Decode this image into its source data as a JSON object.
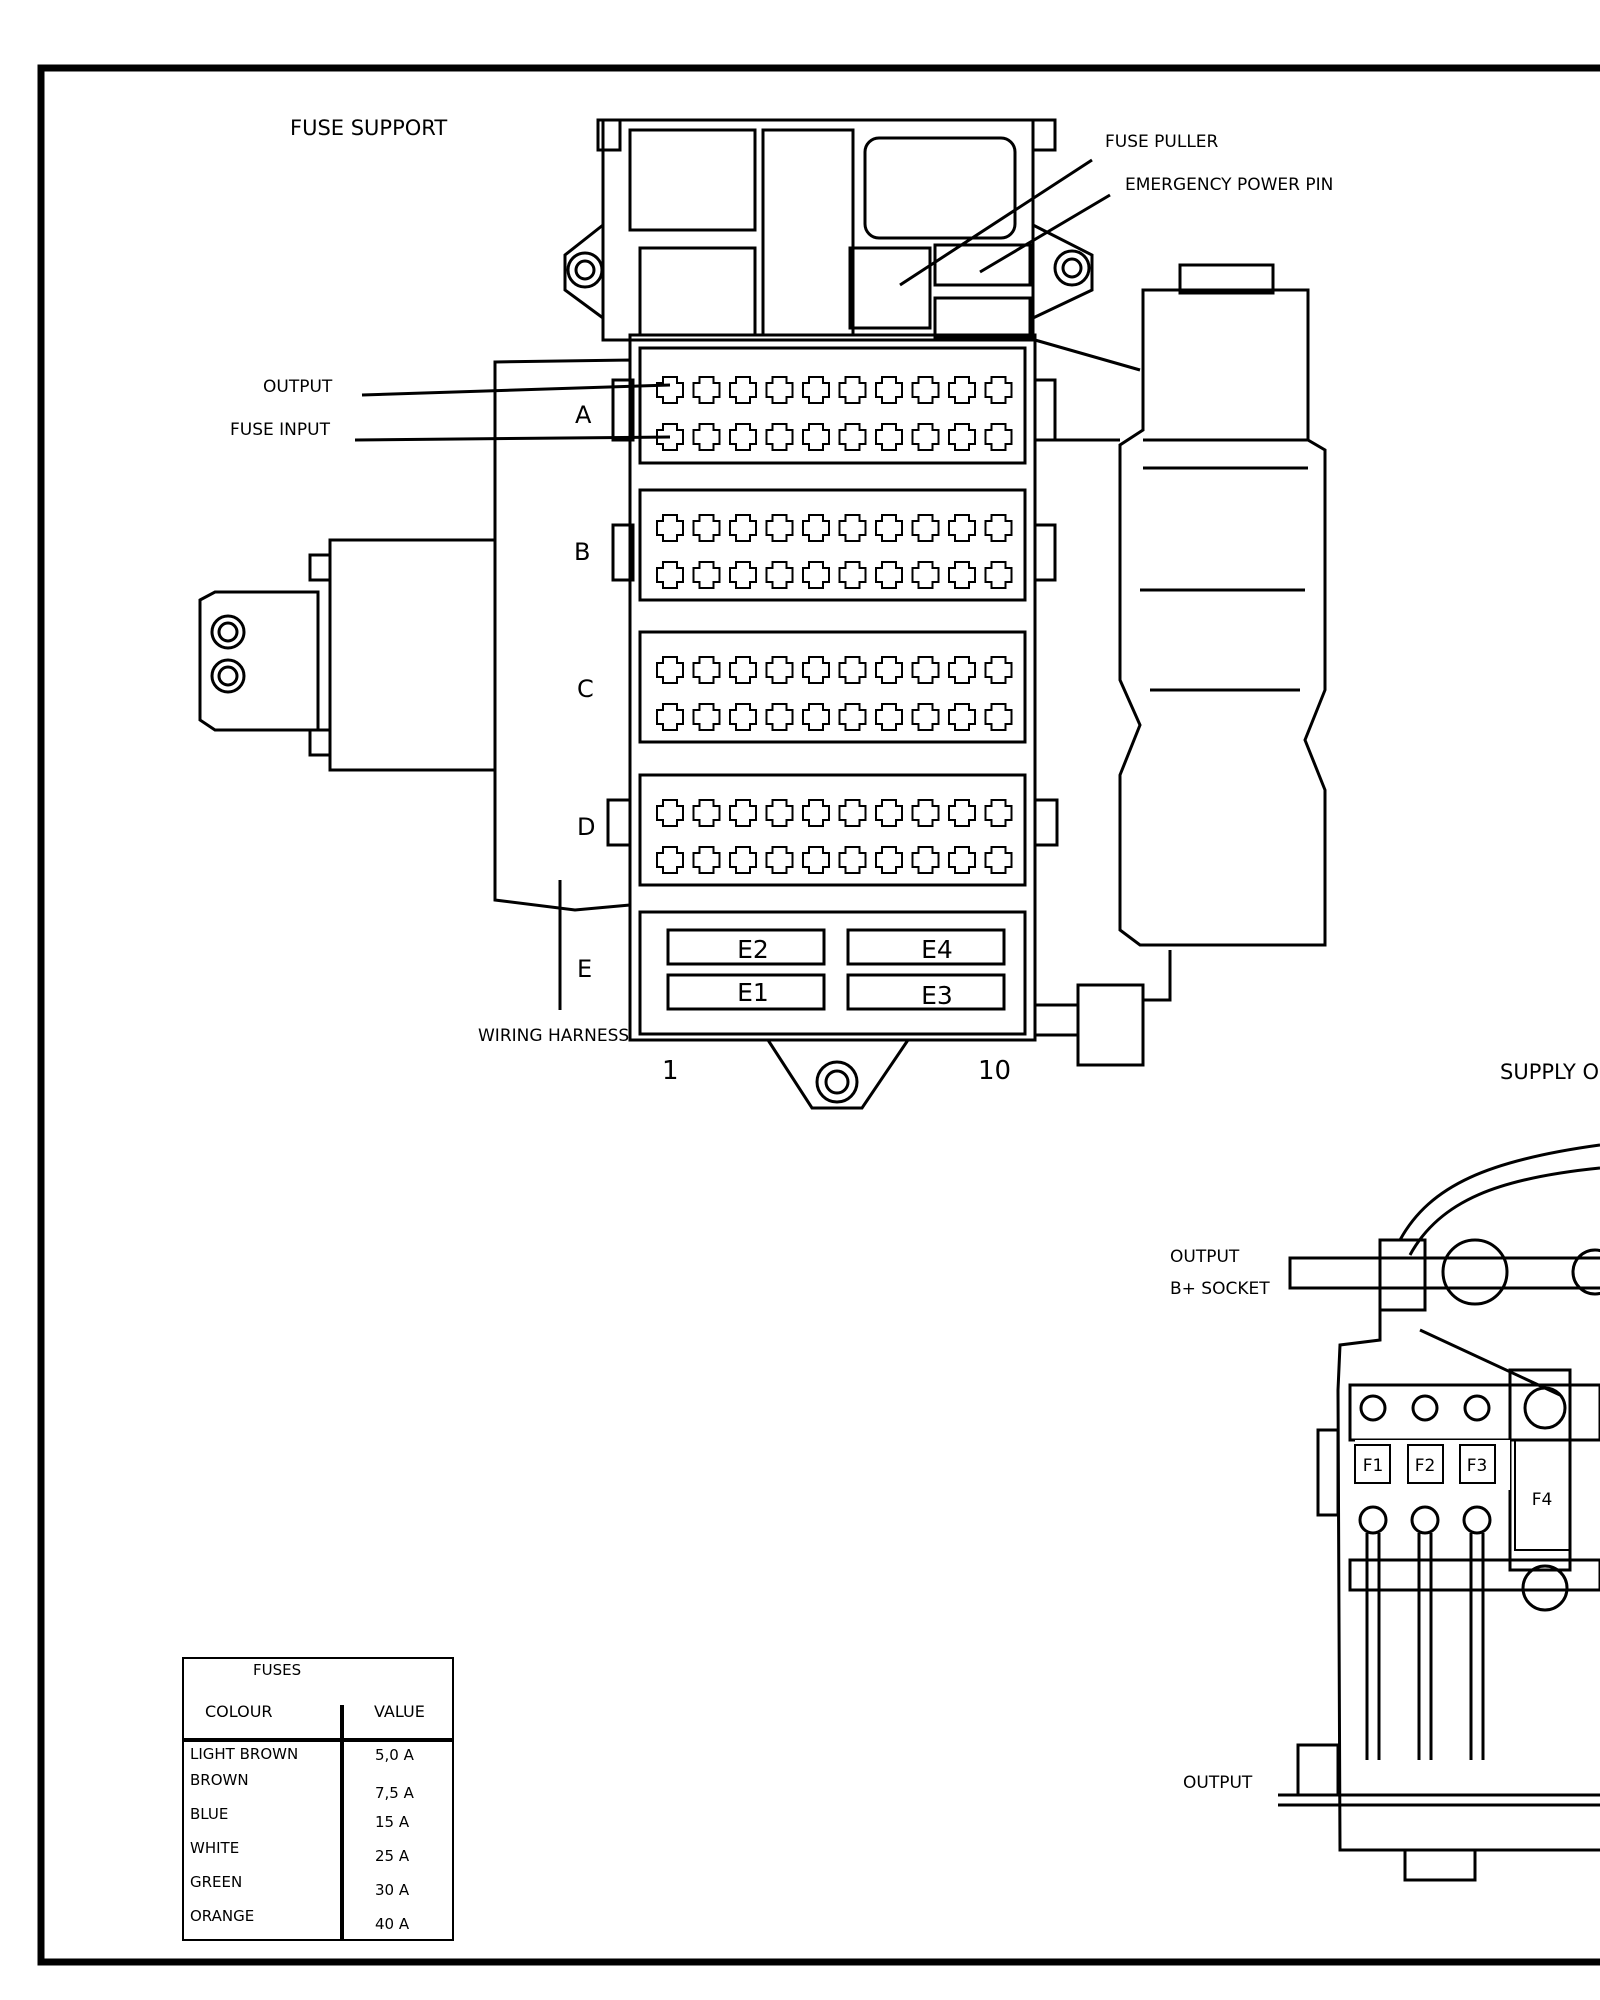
{
  "fuse_support": {
    "title": "FUSE SUPPORT",
    "callouts": {
      "fuse_puller": "FUSE PULLER",
      "emergency_power_pin": "EMERGENCY POWER PIN",
      "output": "OUTPUT",
      "fuse_input": "FUSE INPUT",
      "wiring_harness": "WIRING HARNESS"
    },
    "rows": [
      "A",
      "B",
      "C",
      "D",
      "E"
    ],
    "row_e_fuses": [
      "E2",
      "E4",
      "E1",
      "E3"
    ],
    "column_start": "1",
    "column_end": "10"
  },
  "supply": {
    "title": "SUPPLY O",
    "output_label": "OUTPUT",
    "socket_label": "B+ SOCKET",
    "bottom_output_label": "OUTPUT",
    "fuses": [
      "F1",
      "F2",
      "F3",
      "F4"
    ]
  },
  "fuse_table": {
    "title": "FUSES",
    "header_colour": "COLOUR",
    "header_value": "VALUE",
    "rows": [
      {
        "colour": "LIGHT BROWN",
        "value": "5,0 A"
      },
      {
        "colour": "BROWN",
        "value": "7,5 A"
      },
      {
        "colour": "BLUE",
        "value": "15 A"
      },
      {
        "colour": "WHITE",
        "value": "25 A"
      },
      {
        "colour": "GREEN",
        "value": "30 A"
      },
      {
        "colour": "ORANGE",
        "value": "40 A"
      }
    ]
  }
}
